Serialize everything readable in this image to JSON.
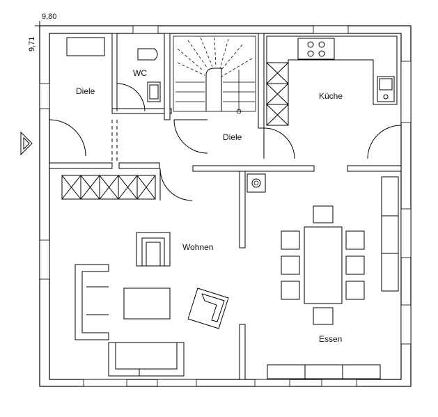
{
  "dimensions": {
    "width": "9,80",
    "depth": "9,71"
  },
  "rooms": {
    "diele_left": "Diele",
    "wc": "WC",
    "kueche": "Küche",
    "diele_center": "Diele",
    "wohnen": "Wohnen",
    "essen": "Essen"
  },
  "style": {
    "wall_color": "#000000",
    "line_color": "#222222",
    "background": "#ffffff"
  }
}
